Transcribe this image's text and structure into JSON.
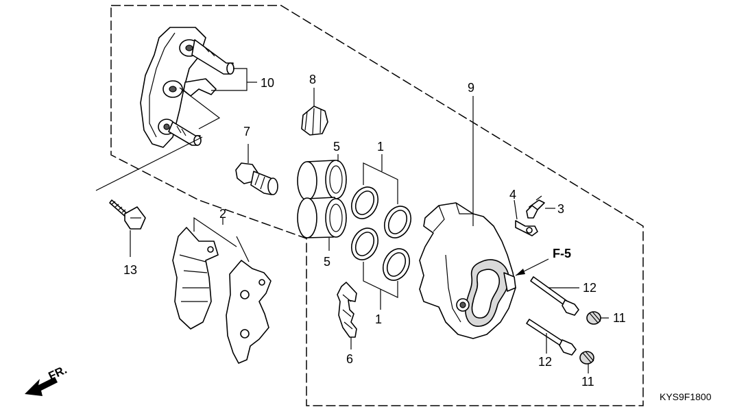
{
  "callouts": {
    "c1_top": "1",
    "c1_bottom": "1",
    "c2": "2",
    "c3": "3",
    "c4": "4",
    "c5_top": "5",
    "c5_bottom": "5",
    "c6": "6",
    "c7": "7",
    "c8": "8",
    "c9": "9",
    "c10": "10",
    "c11_top": "11",
    "c11_bottom": "11",
    "c12_top": "12",
    "c12_bottom": "12",
    "c13": "13"
  },
  "reference": "F-5",
  "direction_label": "FR.",
  "diagram_code": "KYS9F1800"
}
